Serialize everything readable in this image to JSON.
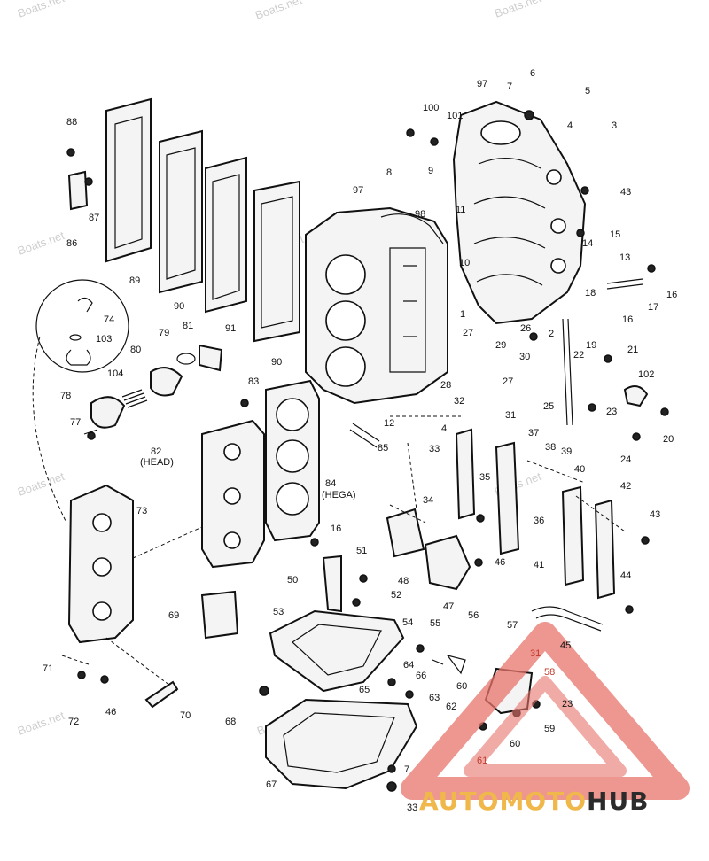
{
  "watermark": {
    "text": "Boats.net",
    "symbol": "©"
  },
  "logo": {
    "part1": "AUTOMOTO",
    "part2": "HUB",
    "colors": {
      "part1": "#f0b84a",
      "part2": "#2b2b2b",
      "triangle": "#e8736b"
    }
  },
  "labels": {
    "head": "(HEAD)",
    "hega": "(HEGA)"
  },
  "callouts": [
    "1",
    "2",
    "3",
    "4",
    "5",
    "6",
    "7",
    "8",
    "9",
    "10",
    "11",
    "12",
    "13",
    "14",
    "15",
    "16",
    "17",
    "18",
    "19",
    "20",
    "21",
    "22",
    "23",
    "24",
    "25",
    "26",
    "27",
    "28",
    "29",
    "30",
    "31",
    "32",
    "33",
    "34",
    "35",
    "36",
    "37",
    "38",
    "39",
    "40",
    "41",
    "42",
    "43",
    "44",
    "45",
    "46",
    "47",
    "48",
    "50",
    "51",
    "52",
    "53",
    "54",
    "55",
    "56",
    "57",
    "58",
    "59",
    "60",
    "61",
    "62",
    "63",
    "64",
    "65",
    "66",
    "67",
    "68",
    "69",
    "70",
    "71",
    "72",
    "73",
    "74",
    "77",
    "78",
    "79",
    "80",
    "81",
    "82",
    "83",
    "84",
    "85",
    "86",
    "87",
    "88",
    "89",
    "90",
    "91",
    "97",
    "98",
    "100",
    "101",
    "102",
    "103",
    "104"
  ]
}
